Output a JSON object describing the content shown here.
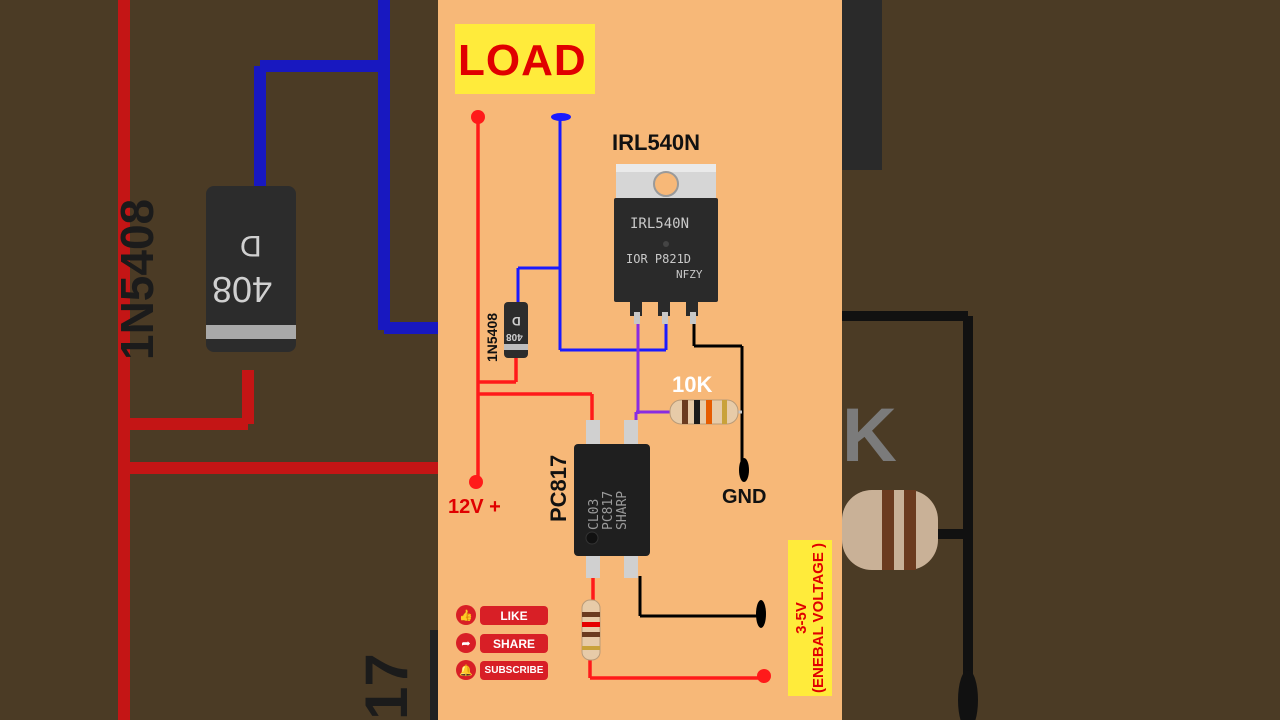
{
  "labels": {
    "load": "LOAD",
    "mosfet": "IRL540N",
    "diode": "1N5408",
    "resistor": "10K",
    "optocoupler": "PC817",
    "supply": "12V +",
    "ground": "GND",
    "enable_line1": "3-5V",
    "enable_line2": "(ENEBAL VOLTAGE )"
  },
  "markings": {
    "mosfet_line1": "IRL540N",
    "mosfet_line2": "IOR P821D",
    "mosfet_line3": "NFZY",
    "diode_body": "408",
    "diode_letter": "D",
    "opto_line1": "CL03",
    "opto_line2": "PC817",
    "opto_line3": "SHARP"
  },
  "social": {
    "like": "LIKE",
    "share": "SHARE",
    "subscribe": "SUBSCRIBE"
  },
  "background_text": {
    "left_diode": "1N5408",
    "left_diode_body": "408",
    "left_diode_letter": "D",
    "left_opto": "17",
    "right_resistor": "K"
  },
  "colors": {
    "panel": "#f7b878",
    "wire_red": "#ff1a1a",
    "wire_blue": "#1a1aff",
    "wire_purple": "#8a2be2",
    "wire_black": "#000000",
    "highlight": "#ffeb3b",
    "button_red": "#d81f26"
  }
}
